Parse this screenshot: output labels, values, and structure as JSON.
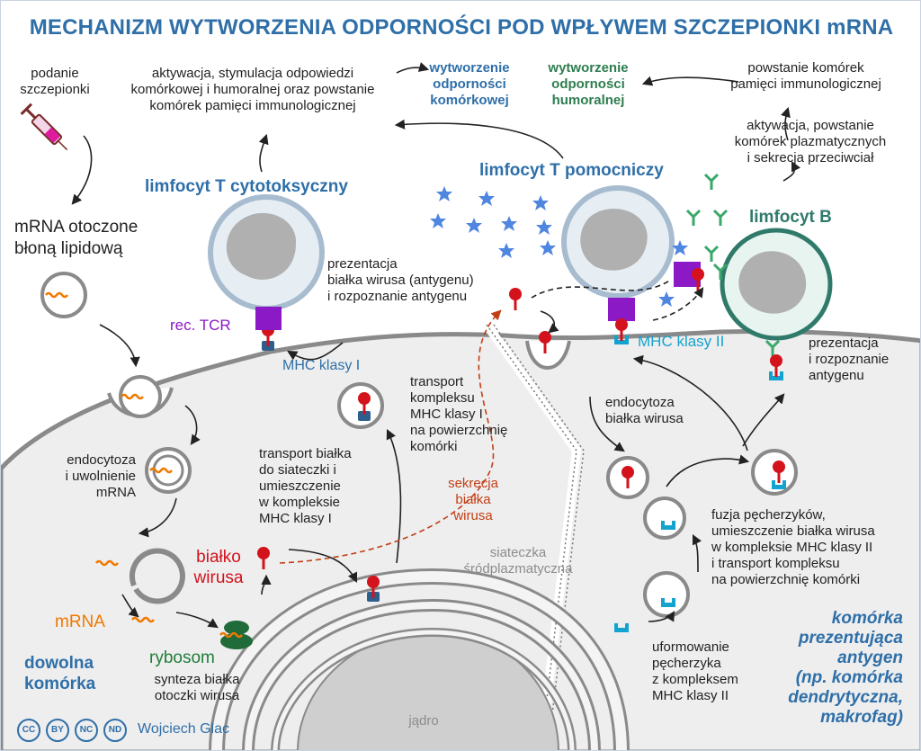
{
  "title": "MECHANIZM WYTWORZENIA ODPORNOŚCI POD WPŁYWEM SZCZEPIONKI mRNA",
  "labels": {
    "podanie": "podanie\nszczepionki",
    "mrna_lipid": "mRNA otoczone\nbłoną lipidową",
    "aktywacja_t": "aktywacja, stymulacja odpowiedzi\nkomórkowej i humoralnej oraz powstanie\nkomórek pamięci immunologicznej",
    "odp_komorkowa": "wytworzenie\nodporności\nkomórkowej",
    "odp_humoralna": "wytworzenie\nodporności\nhumoralnej",
    "pamiec": "powstanie komórek\npamięci immunologicznej",
    "aktywacja_b": "aktywacja, powstanie\nkomórek plazmatycznych\ni sekrecja przeciwciał",
    "t_cytotoks": "limfocyt T cytotoksyczny",
    "t_pomocniczy": "limfocyt T pomocniczy",
    "limfocyt_b": "limfocyt B",
    "prezentacja": "prezentacja\nbiałka wirusa (antygenu)\ni rozpoznanie antygenu",
    "rec_tcr": "rec. TCR",
    "mhc1": "MHC klasy I",
    "mhc2": "MHC klasy II",
    "prezentacja_b": "prezentacja\ni rozpoznanie\nantygenu",
    "transport_mhc1": "transport\nkompleksu\nMHC klasy I\nna powierzchnię\nkomórki",
    "endocytoza_wirusa": "endocytoza\nbiałka wirusa",
    "endocytoza_mrna": "endocytoza\ni uwolnienie\nmRNA",
    "transport_bialka": "transport białka\ndo siateczki i\numieszczenie\nw kompleksie\nMHC klasy I",
    "sekrecja": "sekrecja\nbiałka\nwirusa",
    "fuzja": "fuzja pęcherzyków,\numieszczenie białka wirusa\nw kompleksie MHC klasy II\ni transport kompleksu\nna powierzchnię komórki",
    "bialko_wirusa": "białko\nwirusa",
    "siateczka": "siateczka\nśródplazmatyczna",
    "mrna": "mRNA",
    "rybosom": "rybosom",
    "synteza": "synteza białka\notoczki wirusa",
    "dowolna": "dowolna\nkomórka",
    "uformowanie": "uformowanie\npęcherzyka\nz kompleksem\nMHC klasy II",
    "apc": "komórka\nprezentująca\nantygen\n(np. komórka\ndendrytyczna,\nmakrofag)",
    "jadro": "jądro"
  },
  "license": {
    "badges": [
      "CC",
      "BY",
      "NC",
      "ND"
    ],
    "author": "Wojciech Glac"
  },
  "colors": {
    "title_blue": "#2f6fa8",
    "humoral_green": "#2e7d4f",
    "antigen_red": "#d3121c",
    "mrna_orange": "#f07800",
    "tcr_purple": "#8b19c6",
    "mhc2_cyan": "#14a3cf",
    "mhc1_navy": "#2d5e8e",
    "cytokine_blue": "#4f86e0",
    "antibody_green": "#3aa86a"
  },
  "icons": [
    "syringe-icon",
    "star-icon",
    "antibody-icon",
    "ribosome-icon",
    "mrna-strand-icon"
  ]
}
